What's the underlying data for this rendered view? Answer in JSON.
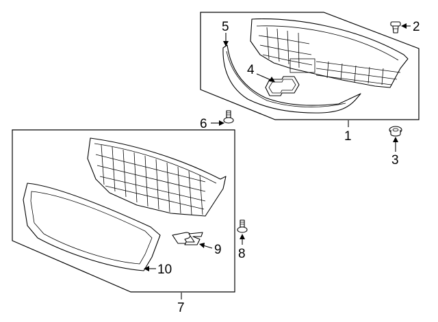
{
  "diagram": {
    "callouts": [
      {
        "id": "c1",
        "label": "1"
      },
      {
        "id": "c2",
        "label": "2"
      },
      {
        "id": "c3",
        "label": "3"
      },
      {
        "id": "c4",
        "label": "4"
      },
      {
        "id": "c5",
        "label": "5"
      },
      {
        "id": "c6",
        "label": "6"
      },
      {
        "id": "c7",
        "label": "7"
      },
      {
        "id": "c8",
        "label": "8"
      },
      {
        "id": "c9",
        "label": "9"
      },
      {
        "id": "c10",
        "label": "10"
      }
    ],
    "line_color": "#000000",
    "background": "#ffffff"
  }
}
